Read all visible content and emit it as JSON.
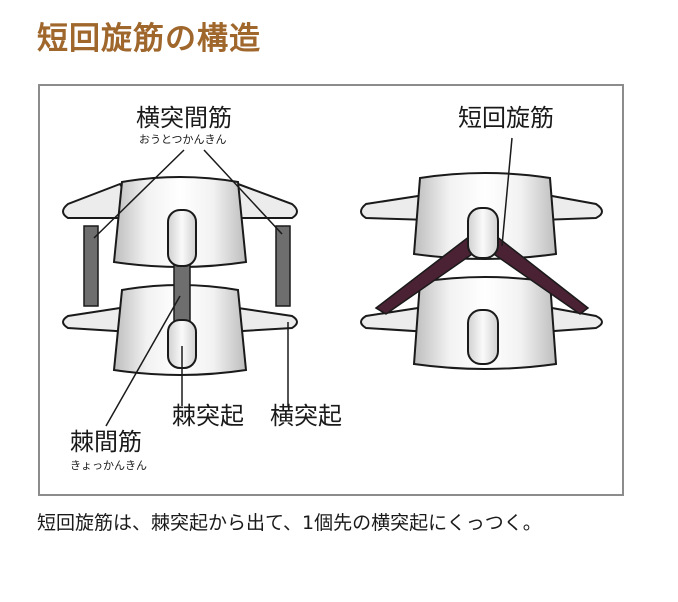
{
  "title": "短回旋筋の構造",
  "labels": {
    "intertransversarii": "横突間筋",
    "intertransversarii_ruby": "おうとつかんきん",
    "rotatores_brevis": "短回旋筋",
    "spinous_process": "棘突起",
    "transverse_process": "横突起",
    "interspinales": "棘間筋",
    "interspinales_ruby": "きょっかんきん"
  },
  "caption": "短回旋筋は、棘突起から出て、1個先の横突起にくっつく。",
  "colors": {
    "title": "#a0672c",
    "muscle_gray": "#6e6e6e",
    "muscle_rotatores": "#4a2233",
    "bone_fill": "#e6e6e6",
    "outline": "#1a1a1a",
    "frame": "#8c8c8c"
  }
}
